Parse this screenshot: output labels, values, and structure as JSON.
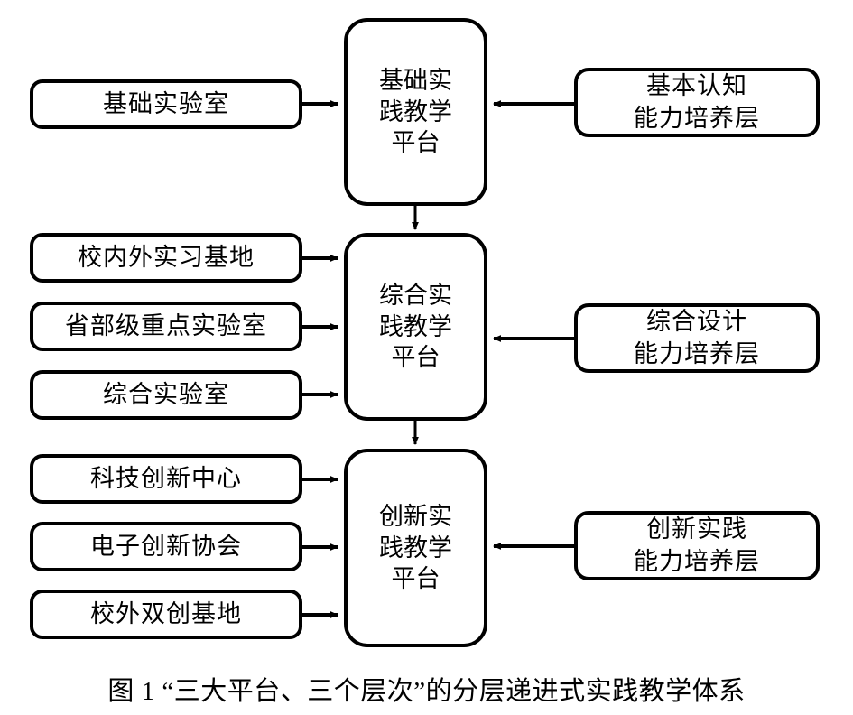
{
  "figure": {
    "caption": "图 1 “三大平台、三个层次”的分层递进式实践教学体系",
    "colors": {
      "stroke": "#000000",
      "background": "#ffffff",
      "text": "#000000"
    }
  },
  "sections": [
    {
      "id": "basic",
      "platform": {
        "label": "基础实践教学平台",
        "lines": [
          "基础实",
          "践教学",
          "平台"
        ]
      },
      "layer": {
        "label": "基本认知能力培养层",
        "lines": [
          "基本认知",
          "能力培养层"
        ]
      },
      "resources": [
        {
          "label": "基础实验室"
        }
      ]
    },
    {
      "id": "comprehensive",
      "platform": {
        "label": "综合实践教学平台",
        "lines": [
          "综合实",
          "践教学",
          "平台"
        ]
      },
      "layer": {
        "label": "综合设计能力培养层",
        "lines": [
          "综合设计",
          "能力培养层"
        ]
      },
      "resources": [
        {
          "label": "校内外实习基地"
        },
        {
          "label": "省部级重点实验室"
        },
        {
          "label": "综合实验室"
        }
      ]
    },
    {
      "id": "innovation",
      "platform": {
        "label": "创新实践教学平台",
        "lines": [
          "创新实",
          "践教学",
          "平台"
        ]
      },
      "layer": {
        "label": "创新实践能力培养层",
        "lines": [
          "创新实践",
          "能力培养层"
        ]
      },
      "resources": [
        {
          "label": "科技创新中心"
        },
        {
          "label": "电子创新协会"
        },
        {
          "label": "校外双创基地"
        }
      ]
    }
  ],
  "connectors": {
    "resource_to_platform": "arrow-right",
    "layer_to_platform": "arrow-left",
    "platform_to_platform": "arrow-down"
  }
}
